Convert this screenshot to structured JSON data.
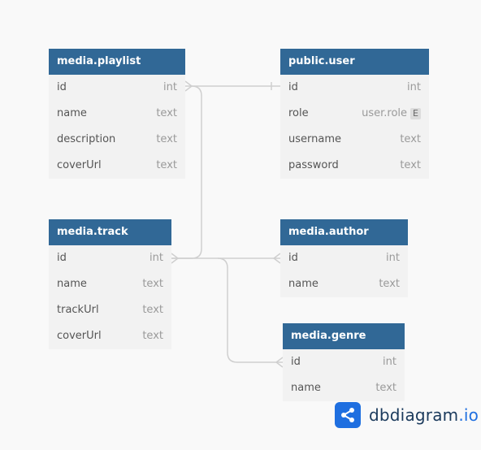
{
  "tables": {
    "playlist": {
      "title": "media.playlist",
      "fields": [
        {
          "name": "id",
          "type": "int"
        },
        {
          "name": "name",
          "type": "text"
        },
        {
          "name": "description",
          "type": "text"
        },
        {
          "name": "coverUrl",
          "type": "text"
        }
      ]
    },
    "user": {
      "title": "public.user",
      "fields": [
        {
          "name": "id",
          "type": "int"
        },
        {
          "name": "role",
          "type": "user.role",
          "badge": "E"
        },
        {
          "name": "username",
          "type": "text"
        },
        {
          "name": "password",
          "type": "text"
        }
      ]
    },
    "track": {
      "title": "media.track",
      "fields": [
        {
          "name": "id",
          "type": "int"
        },
        {
          "name": "name",
          "type": "text"
        },
        {
          "name": "trackUrl",
          "type": "text"
        },
        {
          "name": "coverUrl",
          "type": "text"
        }
      ]
    },
    "author": {
      "title": "media.author",
      "fields": [
        {
          "name": "id",
          "type": "int"
        },
        {
          "name": "name",
          "type": "text"
        }
      ]
    },
    "genre": {
      "title": "media.genre",
      "fields": [
        {
          "name": "id",
          "type": "int"
        },
        {
          "name": "name",
          "type": "text"
        }
      ]
    }
  },
  "brand": {
    "name": "dbdiagram",
    "suffix": ".io"
  },
  "colors": {
    "header_bg": "#316896",
    "table_bg": "#f2f2f2",
    "connector": "#cfcfcf",
    "logo_accent": "#1f6fe0"
  }
}
